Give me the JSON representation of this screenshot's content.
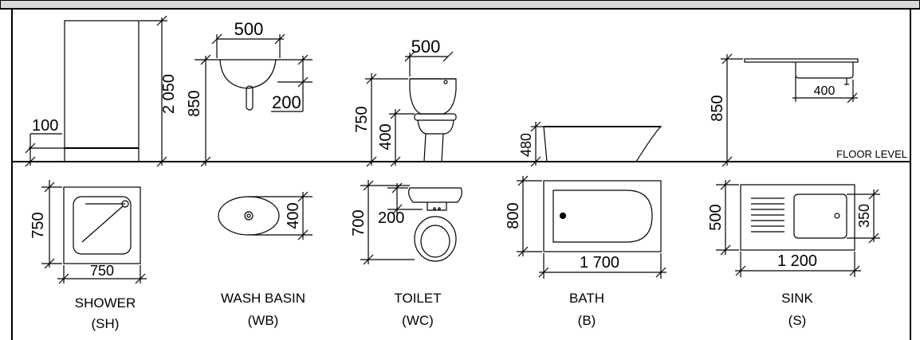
{
  "header": {
    "fill": "#d9d9d9"
  },
  "labels": {
    "floor_level": "FLOOR LEVEL"
  },
  "dimensions": {
    "shower_plinth": "100",
    "shower_height": "2 050",
    "basin_width": "500",
    "basin_height": "850",
    "basin_depth": "200",
    "toilet_width": "500",
    "toilet_height": "750",
    "toilet_seat_height": "400",
    "bath_height": "480",
    "sink_height": "850",
    "sink_bowl": "400",
    "shower_plan_depth": "750",
    "shower_plan_width": "750",
    "basin_plan_depth": "400",
    "toilet_plan_depth": "700",
    "toilet_plan_cistern": "200",
    "bath_plan_width": "800",
    "bath_plan_length": "1 700",
    "sink_plan_width": "500",
    "sink_plan_length": "1 200",
    "sink_plan_bowl": "350"
  },
  "fixtures": [
    {
      "name": "SHOWER",
      "abbr": "(SH)"
    },
    {
      "name": "WASH BASIN",
      "abbr": "(WB)"
    },
    {
      "name": "TOILET",
      "abbr": "(WC)"
    },
    {
      "name": "BATH",
      "abbr": "(B)"
    },
    {
      "name": "SINK",
      "abbr": "(S)"
    }
  ]
}
